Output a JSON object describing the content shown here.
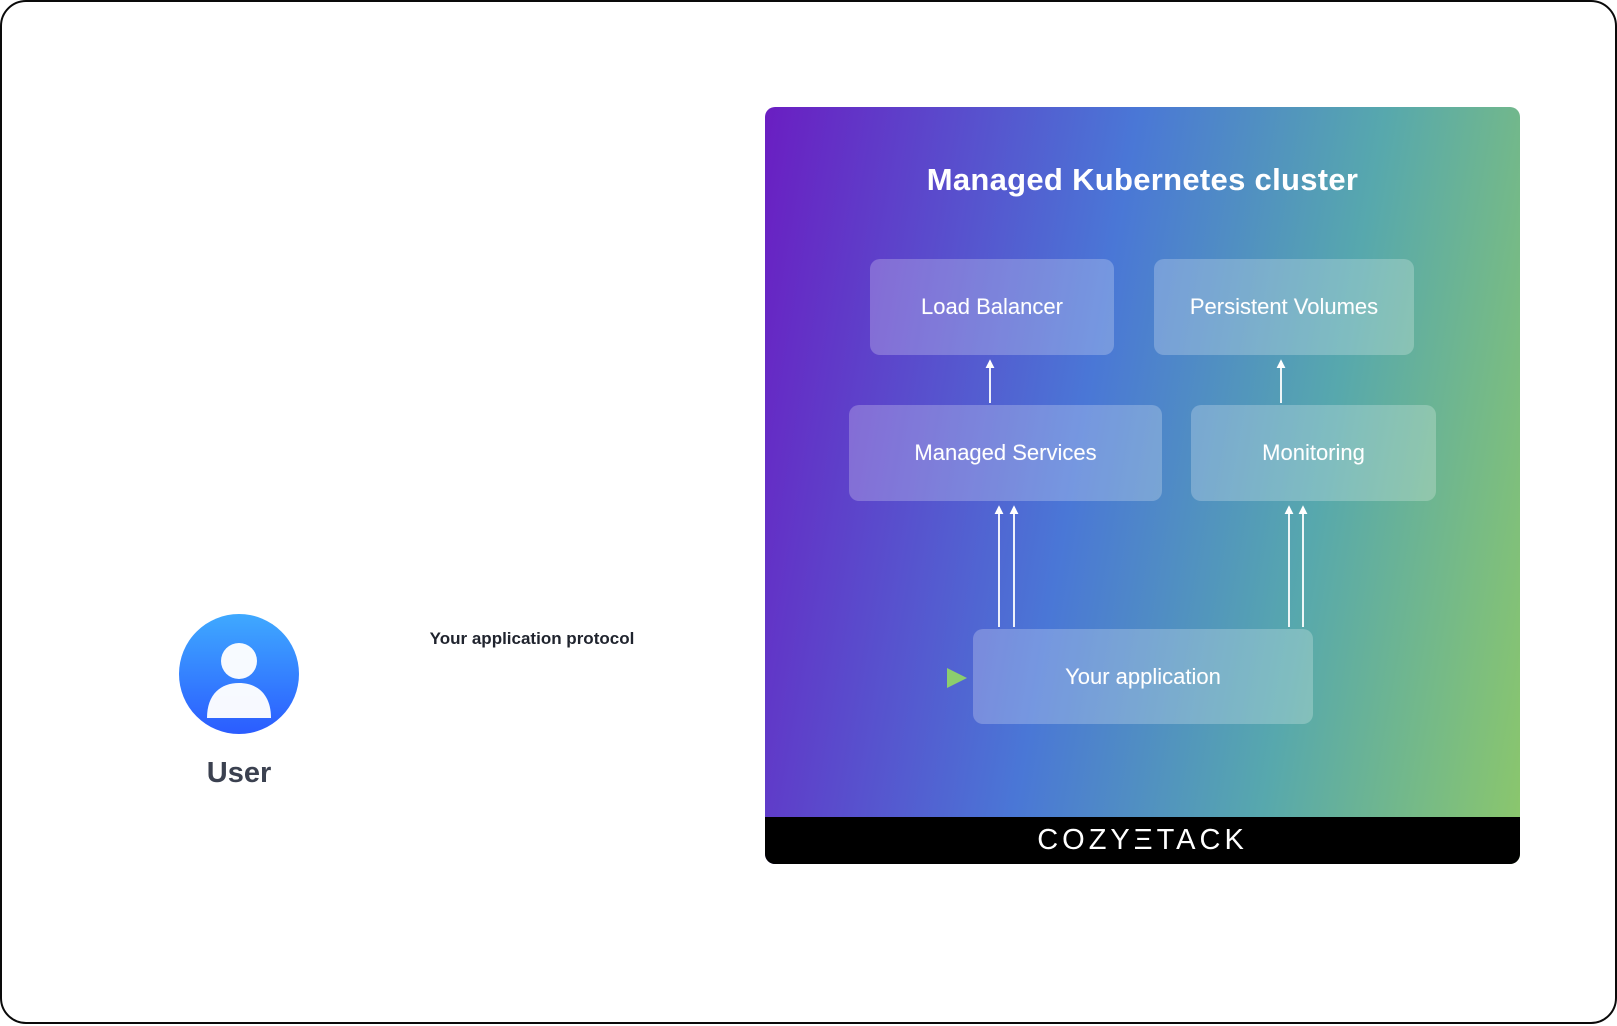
{
  "user": {
    "label": "User",
    "icon": "person-icon",
    "avatar_gradient": [
      "#3fa9ff",
      "#2b5cff"
    ]
  },
  "connection": {
    "label": "Your application protocol",
    "gradient": [
      "#3a78f2",
      "#8ccd6e"
    ]
  },
  "cluster": {
    "title": "Managed Kubernetes cluster",
    "nodes": {
      "load_balancer": "Load Balancer",
      "persistent_volumes": "Persistent Volumes",
      "managed_services": "Managed Services",
      "monitoring": "Monitoring",
      "your_application": "Your application"
    },
    "edges": [
      {
        "from": "user",
        "to": "your_application",
        "label": "Your application protocol",
        "count": 1
      },
      {
        "from": "your_application",
        "to": "managed_services",
        "count": 2
      },
      {
        "from": "your_application",
        "to": "monitoring",
        "count": 2
      },
      {
        "from": "managed_services",
        "to": "load_balancer",
        "count": 1
      },
      {
        "from": "monitoring",
        "to": "persistent_volumes",
        "count": 1
      }
    ],
    "colors": {
      "gradient_left": "#6a1ec2",
      "gradient_mid": "#4a77d6",
      "gradient_teal": "#57a8ad",
      "gradient_right": "#8cc76b",
      "node_background": "rgba(255,255,255,0.24)",
      "footer_background": "#000000",
      "text": "#ffffff"
    },
    "footer": {
      "logo_text": "COZYΞTACK"
    }
  }
}
